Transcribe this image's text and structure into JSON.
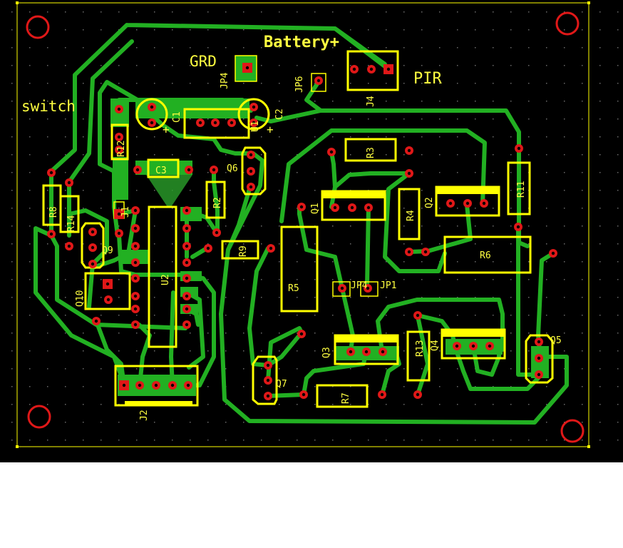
{
  "board": {
    "title": "PCB layout",
    "colors": {
      "background": "#000000",
      "copper": "#22b022",
      "silkscreen": "#ffff00",
      "pad": "#ee1c1c"
    }
  },
  "labels": {
    "battery": "Battery+",
    "grd": "GRD",
    "pir": "PIR",
    "switch": "switch"
  },
  "components": {
    "C1": "C1",
    "C2": "C2",
    "C3": "C3",
    "U1": "U1",
    "U2": "U2",
    "JP1": "JP1",
    "JP4": "JP4",
    "JP6": "JP6",
    "J1": "J1",
    "J2": "J2",
    "J4": "J4",
    "R2": "R2",
    "R3": "R3",
    "R4": "R4",
    "R5": "R5",
    "R6": "R6",
    "R7": "R7",
    "R8": "R8",
    "R9": "R9",
    "R11": "R11",
    "R12": "R12",
    "R13": "R13",
    "R14": "R14",
    "Q1": "Q1",
    "Q2": "Q2",
    "Q3": "Q3",
    "Q4": "Q4",
    "Q5": "Q5",
    "Q6": "Q6",
    "Q7": "Q7",
    "Q9": "Q9",
    "Q10": "Q10"
  },
  "polarity_mark": "+"
}
